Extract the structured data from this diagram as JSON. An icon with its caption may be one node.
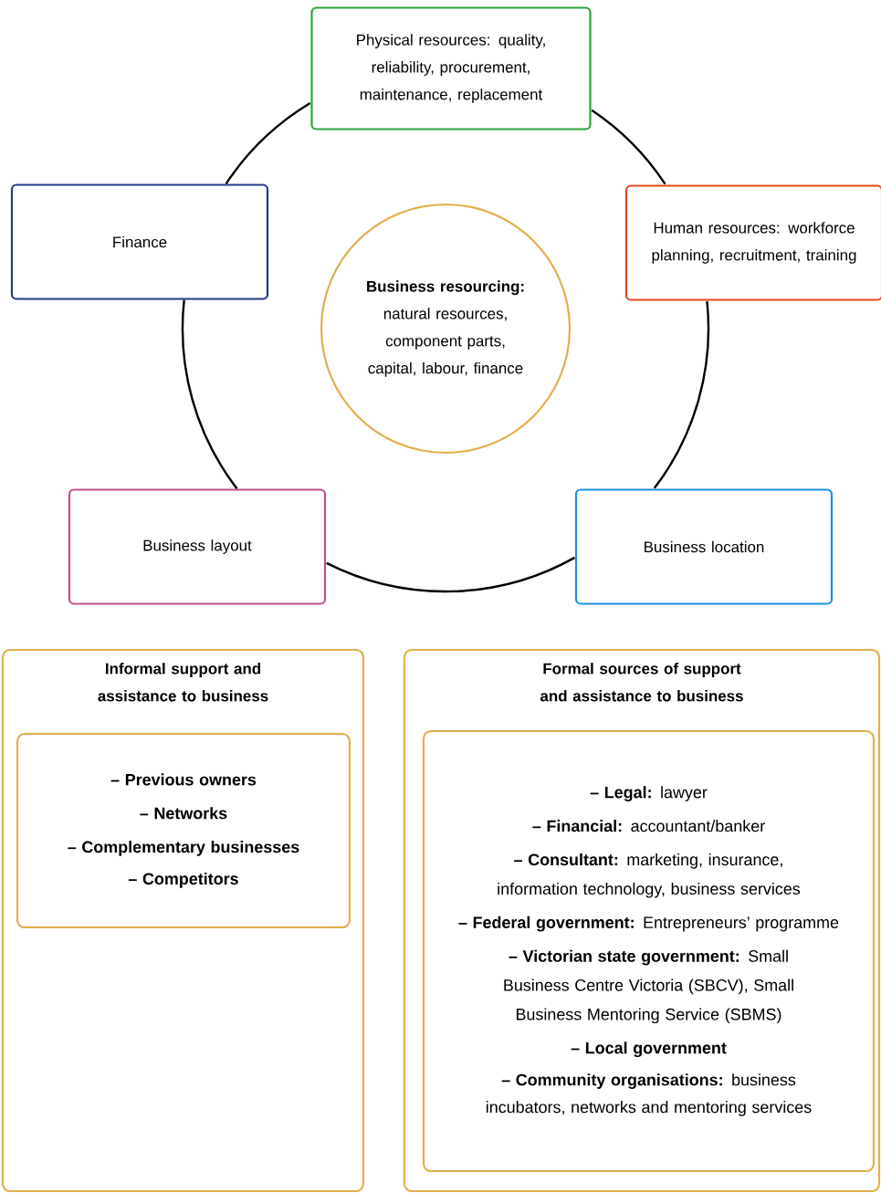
{
  "diagram": {
    "nodes": [
      {
        "text": [
          "Physical resources: quality, reliability, procurement, maintenance, replacement"
        ]
      },
      {
        "text": [
          "Finance"
        ]
      },
      {
        "text": [
          "Human resources: workforce planning, recruitment, training"
        ]
      },
      {
        "text": [
          "**Business resourcing:** natural resources, component parts, capital, labour, finance"
        ]
      },
      {
        "text": [
          "Business layout"
        ]
      },
      {
        "text": [
          "Business location"
        ]
      },
      {
        "text": [
          "Informal support and assistance to business"
        ]
      },
      {
        "text": [
          "– Previous owners",
          "– Networks",
          "– Complementary businesses",
          "– Competitors"
        ],
        "in": 6
      },
      {
        "text": [
          "Formal sources of support and assistance to business"
        ]
      },
      {
        "text": [
          "**– Legal:** lawyer",
          "**– Financial:** accountant/banker",
          "**– Consultant:** marketing, insurance, information technology, business services",
          "**– Federal government:** Entrepreneurs’ programme",
          "**– Victorian state government:** Small Business Centre Victoria (SBCV), Small Business Mentoring Service (SBMS)",
          "**– Local government**",
          "**– Community organisations:** business incubators, networks and mentoring services"
        ],
        "in": 8
      }
    ],
    "edges": [
      {
        "from": 0,
        "to": 2,
        "arrow": "none"
      },
      {
        "from": 2,
        "to": 5,
        "arrow": "none"
      },
      {
        "from": 5,
        "to": 4,
        "arrow": "none"
      },
      {
        "from": 4,
        "to": 1,
        "arrow": "none"
      },
      {
        "from": 1,
        "to": 0,
        "arrow": "none"
      }
    ]
  }
}
